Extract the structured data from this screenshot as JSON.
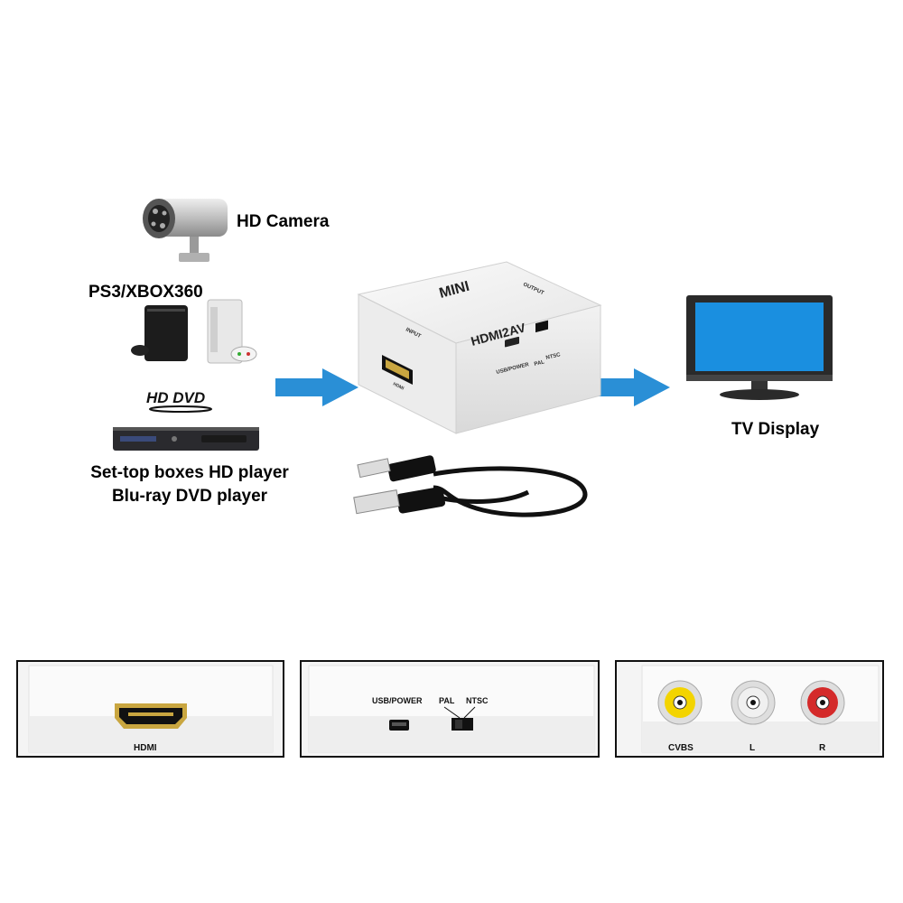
{
  "sources": {
    "camera_label": "HD Camera",
    "console_label": "PS3/XBOX360",
    "dvd_logo": "HD DVD",
    "player_line1": "Set-top boxes HD player",
    "player_line2": "Blu-ray DVD player"
  },
  "converter": {
    "brand": "MINI",
    "model": "HDMI2AV",
    "input_label": "INPUT",
    "output_label": "OUTPUT",
    "hdmi_label": "HDMI",
    "usb_label": "USB/POWER",
    "pal_label": "PAL",
    "ntsc_label": "NTSC"
  },
  "destination": {
    "tv_label": "TV Display"
  },
  "panels": {
    "left": {
      "port_label": "HDMI"
    },
    "middle": {
      "usb_label": "USB/POWER",
      "pal_label": "PAL",
      "ntsc_label": "NTSC"
    },
    "right": {
      "cvbs_label": "CVBS",
      "l_label": "L",
      "r_label": "R"
    }
  },
  "colors": {
    "arrow": "#2a8fd6",
    "tv_screen": "#1a8fe0",
    "rca_yellow": "#f3d400",
    "rca_white": "#f0f0f0",
    "rca_red": "#d42a2a"
  }
}
